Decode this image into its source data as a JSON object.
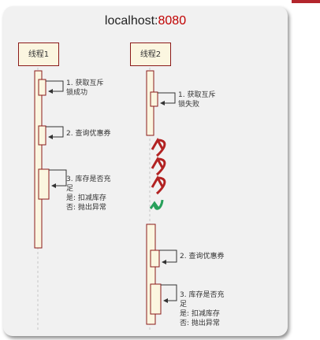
{
  "window": {
    "host": "localhost:",
    "port": "8080"
  },
  "threads": [
    {
      "label": "线程1"
    },
    {
      "label": "线程2"
    }
  ],
  "thread1_steps": [
    "1. 获取互斥\n锁成功",
    "2. 查询优惠券",
    "3. 库存是否充\n足\n是: 扣减库存\n否: 抛出异常"
  ],
  "thread2_steps_before": [
    "1. 获取互斥\n锁失败"
  ],
  "thread2_steps_after": [
    "2. 查询优惠券",
    "3. 库存是否充\n足\n是: 扣减库存\n否: 抛出异常"
  ],
  "retry_arrows": {
    "count_red": 3,
    "count_green": 1,
    "color_red": "#b22222",
    "color_green": "#27a05a"
  },
  "colors": {
    "activation_border": "#8b1a1a",
    "activation_fill": "#fbf6e0",
    "port": "#c00000"
  }
}
